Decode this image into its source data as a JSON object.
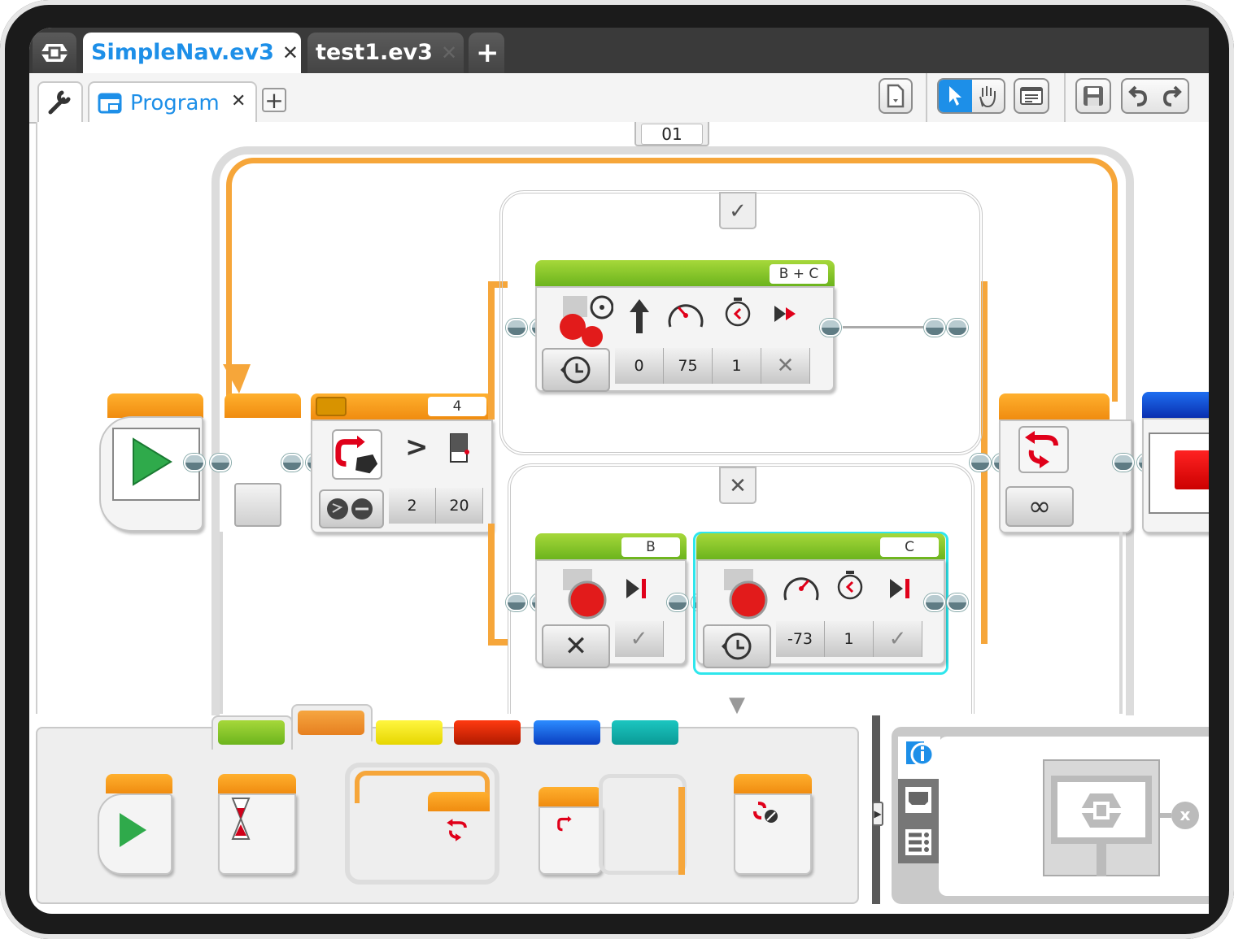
{
  "window": {
    "file_tabs": [
      {
        "label": "SimpleNav.ev3",
        "active": true,
        "close": "✕"
      },
      {
        "label": "test1.ev3",
        "active": false,
        "close": "✕"
      }
    ],
    "add_tab": "+",
    "home_icon": "lobby-icon"
  },
  "program_bar": {
    "settings_icon": "wrench-icon",
    "program_tab": {
      "label": "Program",
      "close": "✕"
    },
    "add_program": "+"
  },
  "toolbar": {
    "buttons": [
      {
        "name": "download-button",
        "icon": "file-download-icon"
      },
      {
        "name": "select-tool",
        "icon": "pointer-icon",
        "active": true
      },
      {
        "name": "pan-tool",
        "icon": "hand-icon"
      },
      {
        "name": "comment-tool",
        "icon": "comment-icon"
      },
      {
        "name": "save-button",
        "icon": "floppy-icon"
      },
      {
        "name": "undo-button",
        "icon": "undo-icon"
      },
      {
        "name": "redo-button",
        "icon": "redo-icon"
      }
    ]
  },
  "canvas": {
    "loop_label": "01",
    "switch": {
      "port": "4",
      "compare_symbol": ">",
      "params": [
        "2",
        "20"
      ],
      "true_case_icon": "✓",
      "false_case_icon": "✕"
    },
    "move_steering": {
      "ports": "B + C",
      "params": [
        "0",
        "75",
        "1",
        "✕"
      ]
    },
    "motor_b": {
      "port": "B",
      "mode": "✕",
      "params": [
        "✓"
      ]
    },
    "motor_c": {
      "port": "C",
      "params": [
        "-73",
        "1",
        "✓"
      ],
      "selected": true
    },
    "loop_end": {
      "mode": "∞"
    },
    "down_arrow": "▼"
  },
  "palette": {
    "categories": [
      {
        "name": "action",
        "color": "#7cc520"
      },
      {
        "name": "flow-control",
        "color": "#f29a2e",
        "active": true
      },
      {
        "name": "sensor",
        "color": "#f2e600"
      },
      {
        "name": "data-operations",
        "color": "#d42a00"
      },
      {
        "name": "advanced",
        "color": "#1a6ee0"
      },
      {
        "name": "my-blocks",
        "color": "#14aaa8"
      }
    ],
    "blocks": [
      "start",
      "wait",
      "loop",
      "switch",
      "loop-interrupt"
    ]
  },
  "hardware_panel": {
    "tabs": [
      "brick-info",
      "port-view",
      "available-bricks"
    ],
    "status": "x"
  }
}
